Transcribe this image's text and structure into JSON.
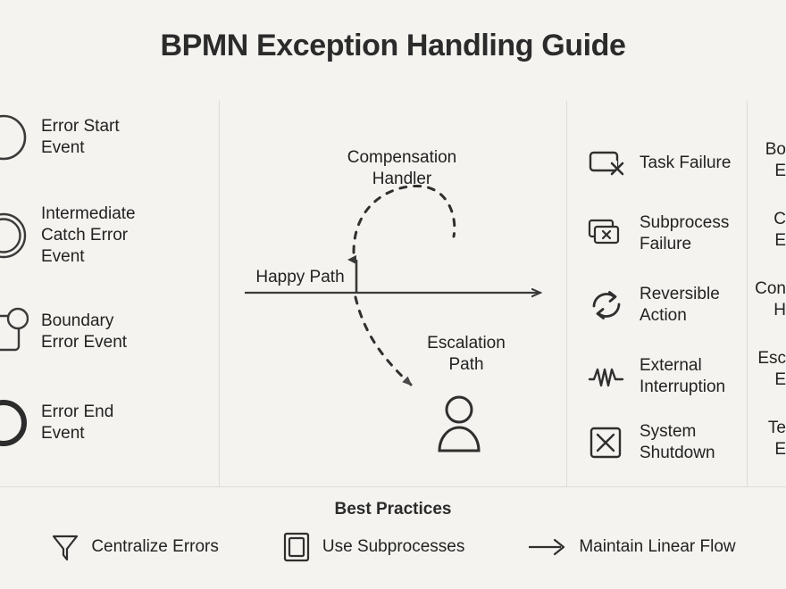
{
  "header": {
    "title": "BPMN Exception Handling Guide"
  },
  "colors": {
    "background": "#f4f3ef",
    "text": "#2a2a2a",
    "stroke": "#333333",
    "divider": "#dddbd4"
  },
  "columns": {
    "events": {
      "items": [
        {
          "icon": "error-start-event-icon",
          "label": "Error Start\nEvent"
        },
        {
          "icon": "intermediate-catch-error-event-icon",
          "label": "Intermediate\nCatch Error\nEvent"
        },
        {
          "icon": "boundary-error-event-icon",
          "label": "Boundary\nError Event"
        },
        {
          "icon": "error-end-event-icon",
          "label": "Error End\nEvent"
        }
      ]
    },
    "failures": {
      "items": [
        {
          "icon": "task-failure-icon",
          "label": "Task Failure"
        },
        {
          "icon": "subprocess-failure-icon",
          "label": "Subprocess\nFailure"
        },
        {
          "icon": "reversible-action-icon",
          "label": "Reversible\nAction"
        },
        {
          "icon": "external-interruption-icon",
          "label": "External\nInterruption"
        },
        {
          "icon": "system-shutdown-icon",
          "label": "System\nShutdown"
        }
      ]
    },
    "clipped": {
      "items": [
        {
          "label": "Bo\nE"
        },
        {
          "label": "C\nE"
        },
        {
          "label": "Con\nH"
        },
        {
          "label": "Esc\nE"
        },
        {
          "label": "Te\nE"
        }
      ]
    }
  },
  "diagram": {
    "compensation_label": "Compensation\nHandler",
    "happy_path_label": "Happy Path",
    "escalation_label": "Escalation\nPath",
    "actor_icon": "person-icon",
    "flow_arrow_icon": "right-arrow-icon",
    "compensation_arrow_icon": "dashed-arc-icon",
    "escalation_arrow_icon": "dashed-curve-arrow-icon"
  },
  "footer": {
    "title": "Best Practices",
    "practices": [
      {
        "icon": "funnel-icon",
        "label": "Centralize Errors"
      },
      {
        "icon": "subprocess-square-icon",
        "label": "Use Subprocesses"
      },
      {
        "icon": "right-arrow-icon",
        "label": "Maintain Linear Flow"
      }
    ]
  }
}
